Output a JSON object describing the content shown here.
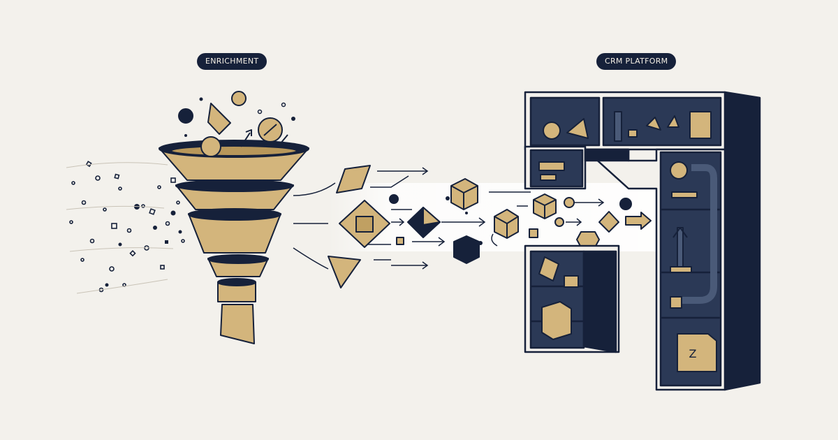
{
  "labels": {
    "enrichment": "ENRICHMENT",
    "crm": "CRM PLATFORM",
    "box_letter": "Z"
  },
  "colors": {
    "background": "#f3f1ec",
    "navy": "#16213a",
    "gold": "#d3b57c",
    "gold_dark": "#b8975a",
    "pill_text": "#f4efe4"
  },
  "icons": [
    "funnel-icon",
    "cube-icon",
    "diamond-icon",
    "triangle-icon",
    "sphere-icon",
    "arrow-icon",
    "pipe-icon",
    "bookshelf-icon"
  ]
}
